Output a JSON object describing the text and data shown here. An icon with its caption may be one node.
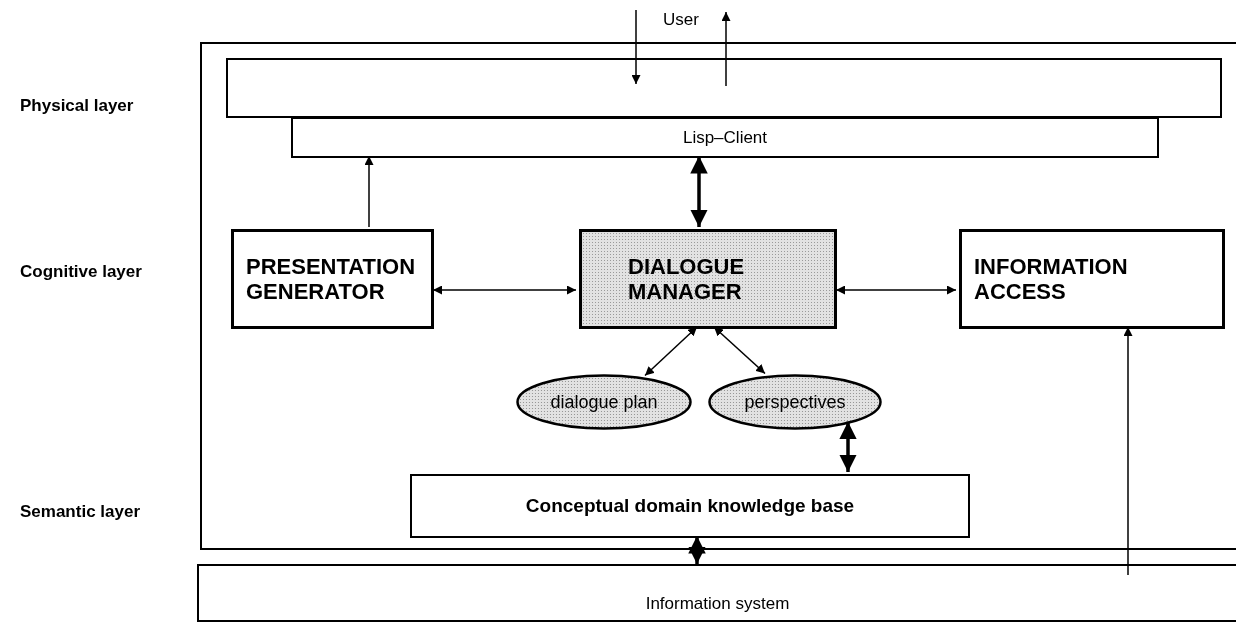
{
  "diagram": {
    "nodes": [
      {
        "text": [
          "User"
        ]
      },
      {
        "text": [],
        "shape": "box"
      },
      {
        "text": [],
        "shape": "bar",
        "in": 1
      },
      {
        "text": [
          "Lisp–Client"
        ],
        "in": 1
      },
      {
        "text": [
          "PRESENTATION GENERATOR"
        ],
        "in": 1
      },
      {
        "text": [
          "DIALOGUE MANAGER"
        ],
        "in": 1
      },
      {
        "text": [
          "INFORMATION ACCESS"
        ],
        "in": 1
      },
      {
        "text": [
          "dialogue plan"
        ],
        "in": 1
      },
      {
        "text": [
          "perspectives"
        ],
        "in": 1
      },
      {
        "text": [
          "Conceptual domain knowledge base"
        ],
        "in": 1
      },
      {
        "text": [
          "Information system"
        ]
      }
    ],
    "edges": [
      {
        "from": 0,
        "to": 2,
        "arrow": "to"
      },
      {
        "from": 2,
        "to": 0,
        "arrow": "to"
      },
      {
        "from": 4,
        "to": 3,
        "arrow": "to"
      },
      {
        "from": 5,
        "to": 3,
        "arrow": "both",
        "style": "thick"
      },
      {
        "from": 4,
        "to": 5,
        "arrow": "both"
      },
      {
        "from": 5,
        "to": 6,
        "arrow": "both"
      },
      {
        "from": 5,
        "to": 7,
        "arrow": "both"
      },
      {
        "from": 5,
        "to": 8,
        "arrow": "both"
      },
      {
        "from": 8,
        "to": 9,
        "arrow": "both",
        "style": "thick"
      },
      {
        "from": 9,
        "to": 10,
        "arrow": "both",
        "style": "thick"
      },
      {
        "from": 10,
        "to": 6,
        "arrow": "to"
      }
    ],
    "labels": [
      "Physical layer",
      "Cognitive layer",
      "Semantic layer"
    ]
  }
}
